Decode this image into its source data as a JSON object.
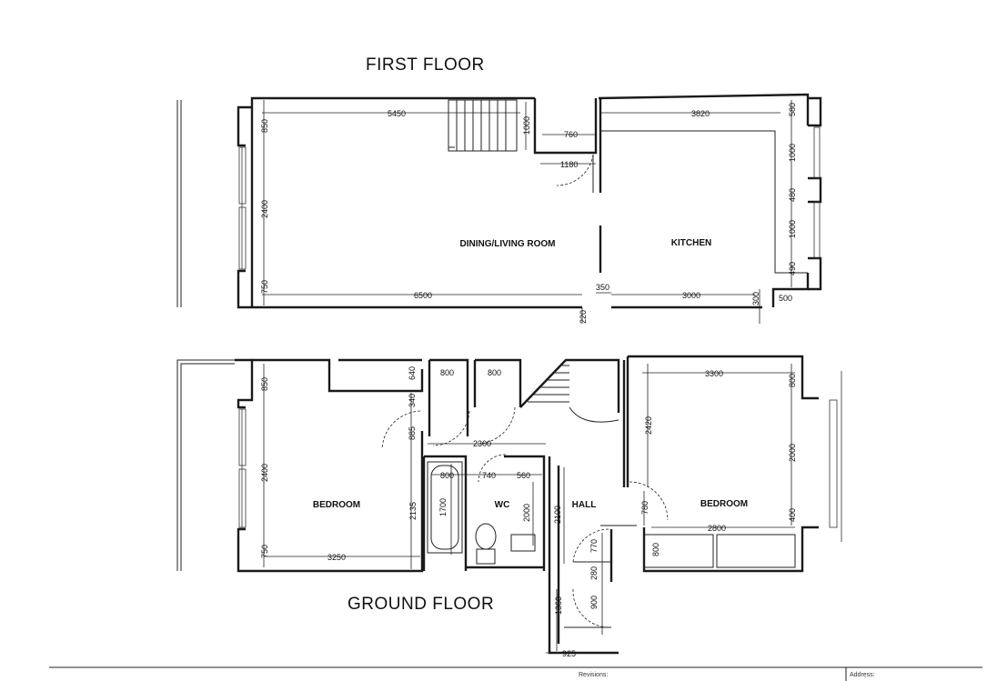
{
  "titles": {
    "first_floor": "FIRST FLOOR",
    "ground_floor": "GROUND FLOOR"
  },
  "rooms": {
    "dining_living": "DINING/LIVING ROOM",
    "kitchen": "KITCHEN",
    "bedroom_left": "BEDROOM",
    "bedroom_right": "BEDROOM",
    "wc": "WC",
    "hall": "HALL"
  },
  "dimensions": {
    "ff_5450": "5450",
    "ff_1000_stair": "1000",
    "ff_760": "760",
    "ff_1180": "1180",
    "ff_3820": "3820",
    "ff_580": "580",
    "ff_850": "850",
    "ff_2400": "2400",
    "ff_750": "750",
    "ff_6500": "6500",
    "ff_350": "350",
    "ff_3000": "3000",
    "ff_300": "300",
    "ff_500": "500",
    "ff_220": "220",
    "ff_1000_a": "1000",
    "ff_480": "480",
    "ff_1000_b": "1000",
    "ff_490": "490",
    "gf_850": "850",
    "gf_2400": "2400",
    "gf_750": "750",
    "gf_3250": "3250",
    "gf_2135": "2135",
    "gf_640": "640",
    "gf_340": "340",
    "gf_885": "885",
    "gf_800_a": "800",
    "gf_800_b": "800",
    "gf_2300": "2300",
    "gf_800_bath": "800",
    "gf_740": "740",
    "gf_560": "560",
    "gf_1700": "1700",
    "gf_2000_wc": "2000",
    "gf_2100": "2100",
    "gf_1360": "1360",
    "gf_925": "925",
    "gf_770": "770",
    "gf_280": "280",
    "gf_900": "900",
    "gf_3300": "3300",
    "gf_800_r": "800",
    "gf_2420": "2420",
    "gf_2000_r": "2000",
    "gf_780": "780",
    "gf_2800": "2800",
    "gf_400": "400",
    "gf_800_c": "800"
  },
  "footer": {
    "revisions": "Revisions:",
    "address": "Address:"
  }
}
